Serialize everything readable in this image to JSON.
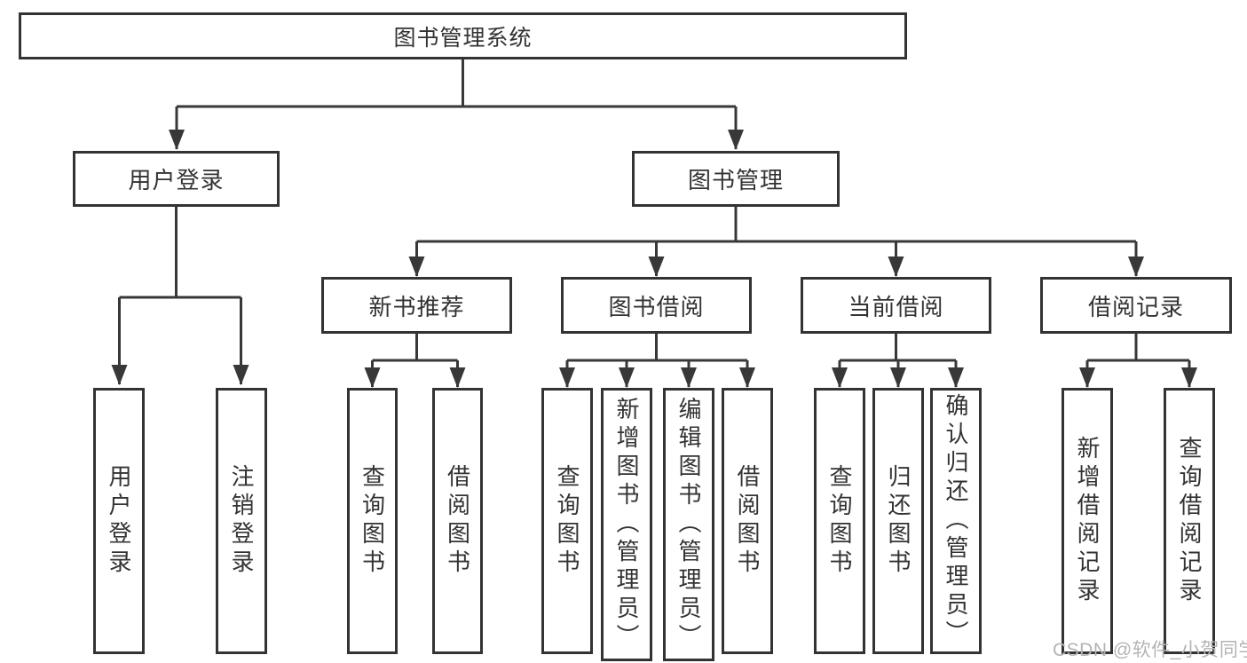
{
  "diagram": {
    "root": "图书管理系统",
    "branches": [
      {
        "label": "用户登录",
        "children": [
          "用户登录",
          "注销登录"
        ]
      },
      {
        "label": "图书管理",
        "groups": [
          {
            "label": "新书推荐",
            "children": [
              "查询图书",
              "借阅图书"
            ]
          },
          {
            "label": "图书借阅",
            "children": [
              "查询图书",
              "新增图书（管理员）",
              "编辑图书（管理员）",
              "借阅图书"
            ]
          },
          {
            "label": "当前借阅",
            "children": [
              "查询图书",
              "归还图书",
              "确认归还（管理员）"
            ]
          },
          {
            "label": "借阅记录",
            "children": [
              "新增借阅记录",
              "查询借阅记录"
            ]
          }
        ]
      }
    ]
  },
  "colors": {
    "line": "#383838",
    "text": "#333333",
    "watermark": "#b4b4b4"
  },
  "watermark": "CSDN @软件_小贺同学"
}
